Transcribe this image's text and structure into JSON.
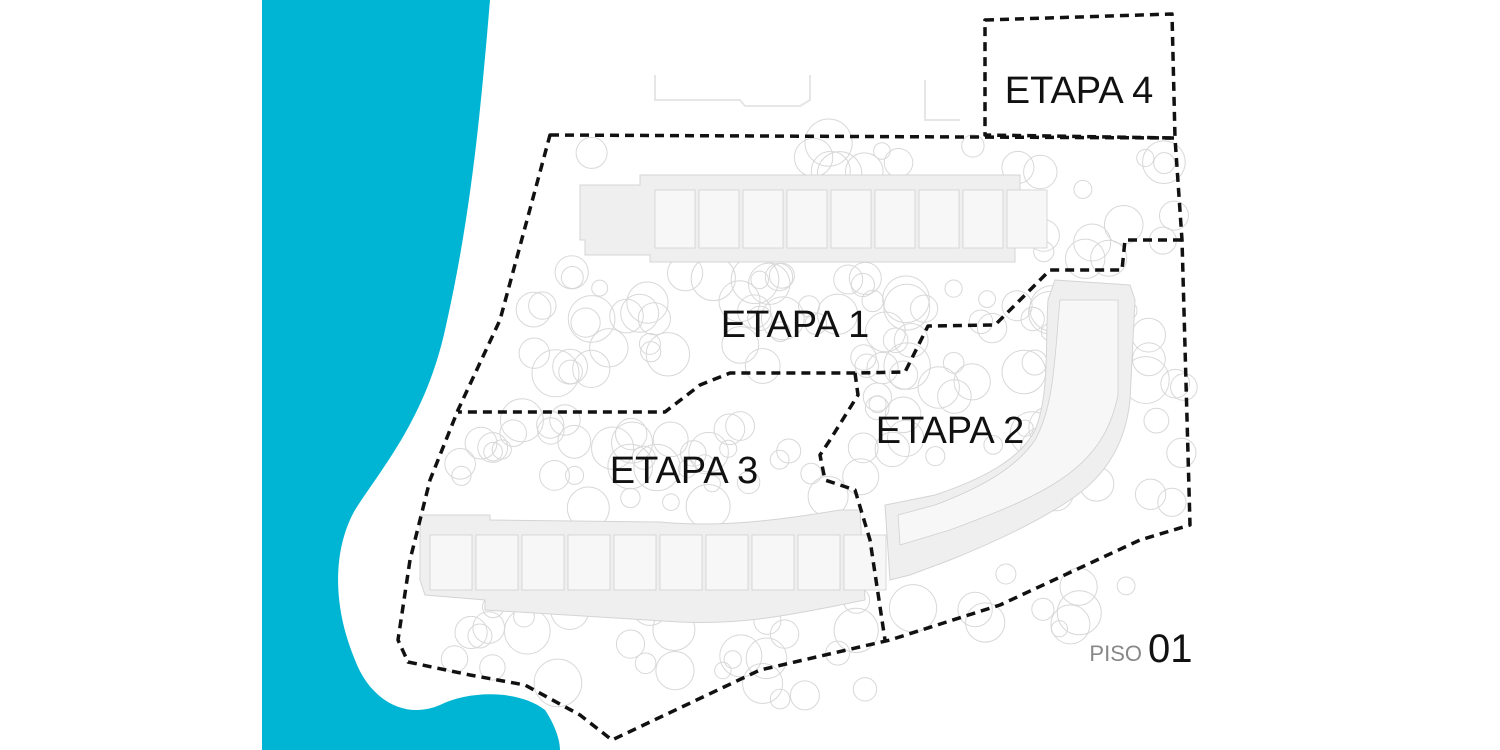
{
  "map": {
    "floor_caption": "PISO",
    "floor_number": "01",
    "stages": [
      {
        "id": "etapa-4",
        "label": "ETAPA 4"
      },
      {
        "id": "etapa-1",
        "label": "ETAPA 1"
      },
      {
        "id": "etapa-2",
        "label": "ETAPA 2"
      },
      {
        "id": "etapa-3",
        "label": "ETAPA 3"
      }
    ],
    "colors": {
      "water": "#00b5d3",
      "boundary": "#111111",
      "land": "#ffffff",
      "building_fill": "#efefef",
      "tree_outline": "#d8d8d8",
      "floor_caption": "#888888",
      "floor_number": "#111111"
    }
  }
}
